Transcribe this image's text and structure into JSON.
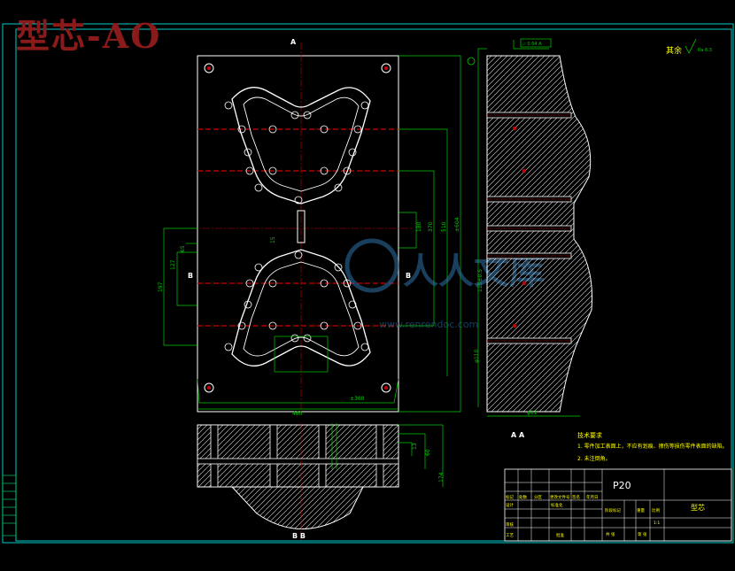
{
  "overlay_title": "型芯-AO",
  "watermark": "人人文库",
  "watermark_url": "www.renrendoc.com",
  "section_labels": {
    "a_top": "A",
    "b_left": "B",
    "b_right": "B",
    "aa": "A A",
    "bb": "B B"
  },
  "roughness": {
    "label": "其余",
    "value": "Ra 6.3",
    "flatness": "⏥ 0.04 A"
  },
  "dims": {
    "d1": "15",
    "d2": "65",
    "d3": "127",
    "d4": "197",
    "d5": "180",
    "d6": "370",
    "d7": "510",
    "d8": "±604",
    "d9": "13",
    "d10": "60",
    "d11": "174",
    "d12": "460",
    "d13": "φ11",
    "d14": "±360",
    "d15": "115±0.5",
    "d16": "φ110"
  },
  "tech_req": {
    "heading": "技术要求",
    "items": [
      "1. 零件加工表面上，不应有划痕、擦伤等损伤零件表面的缺陷。",
      "2. 未注倒角。"
    ]
  },
  "title_block": {
    "material": "P20",
    "part_name": "型芯",
    "rows": [
      "标记",
      "处数",
      "分区",
      "更改文件号",
      "签名",
      "年月日"
    ],
    "design": "设计",
    "standard": "标准化",
    "stage": "阶段标记",
    "weight": "重量",
    "scale": "比例",
    "scale_val": "1:1",
    "review": "审核",
    "process": "工艺",
    "approve": "批准",
    "sheet": "共 张",
    "page": "第 张"
  }
}
